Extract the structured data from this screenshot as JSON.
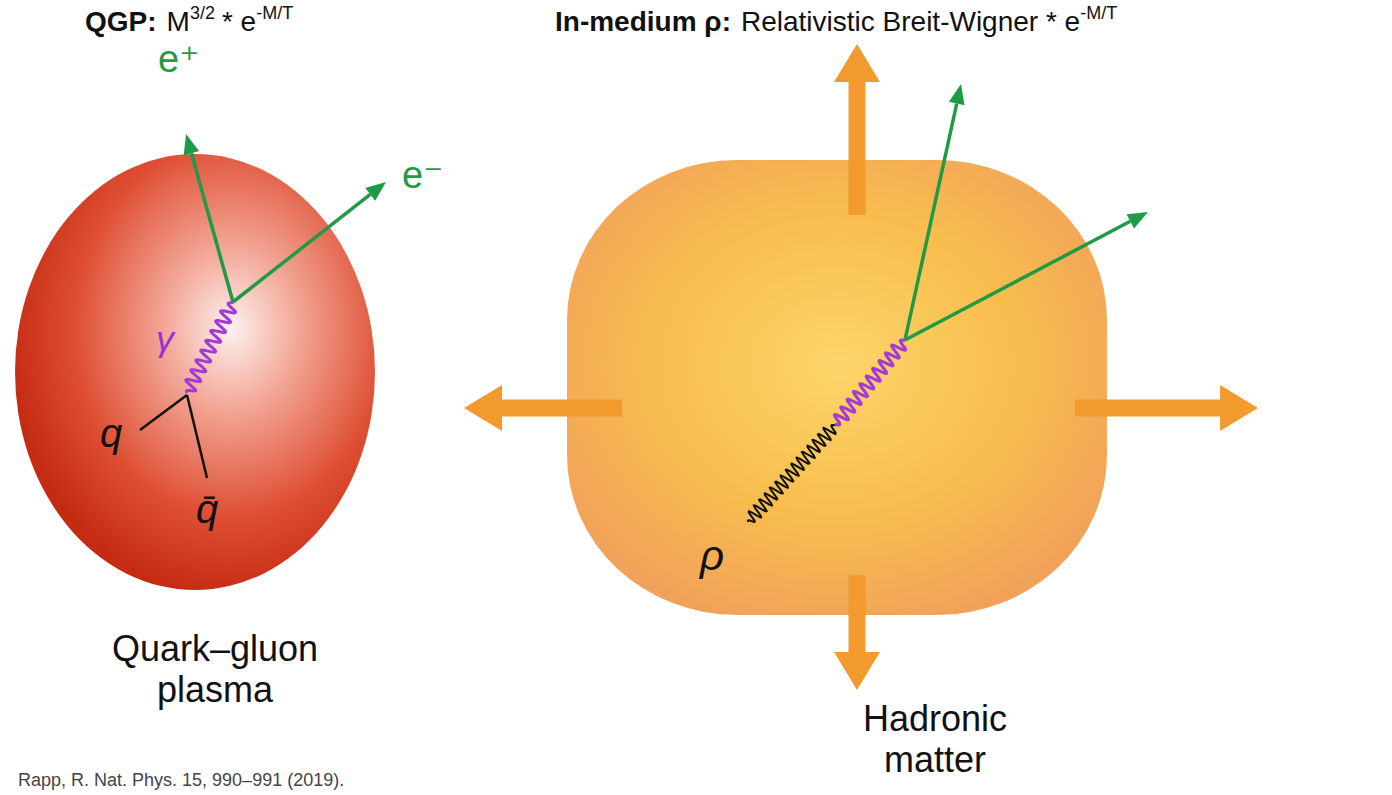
{
  "diagram": {
    "nodes": [
      {
        "text": [
          "Quark–gluon plasma"
        ]
      },
      {
        "text": [
          "Hadronic matter"
        ]
      }
    ],
    "labels": [
      "QGP:",
      "M",
      "3/2",
      "* e",
      "-M/T",
      "In-medium ρ:",
      "Relativistic Breit-Wigner * e",
      "-M/T",
      "e⁺",
      "e⁻",
      "γ",
      "q",
      "q̄",
      "ρ",
      "Rapp, R. Nat. Phys. 15, 990–991 (2019)."
    ]
  }
}
